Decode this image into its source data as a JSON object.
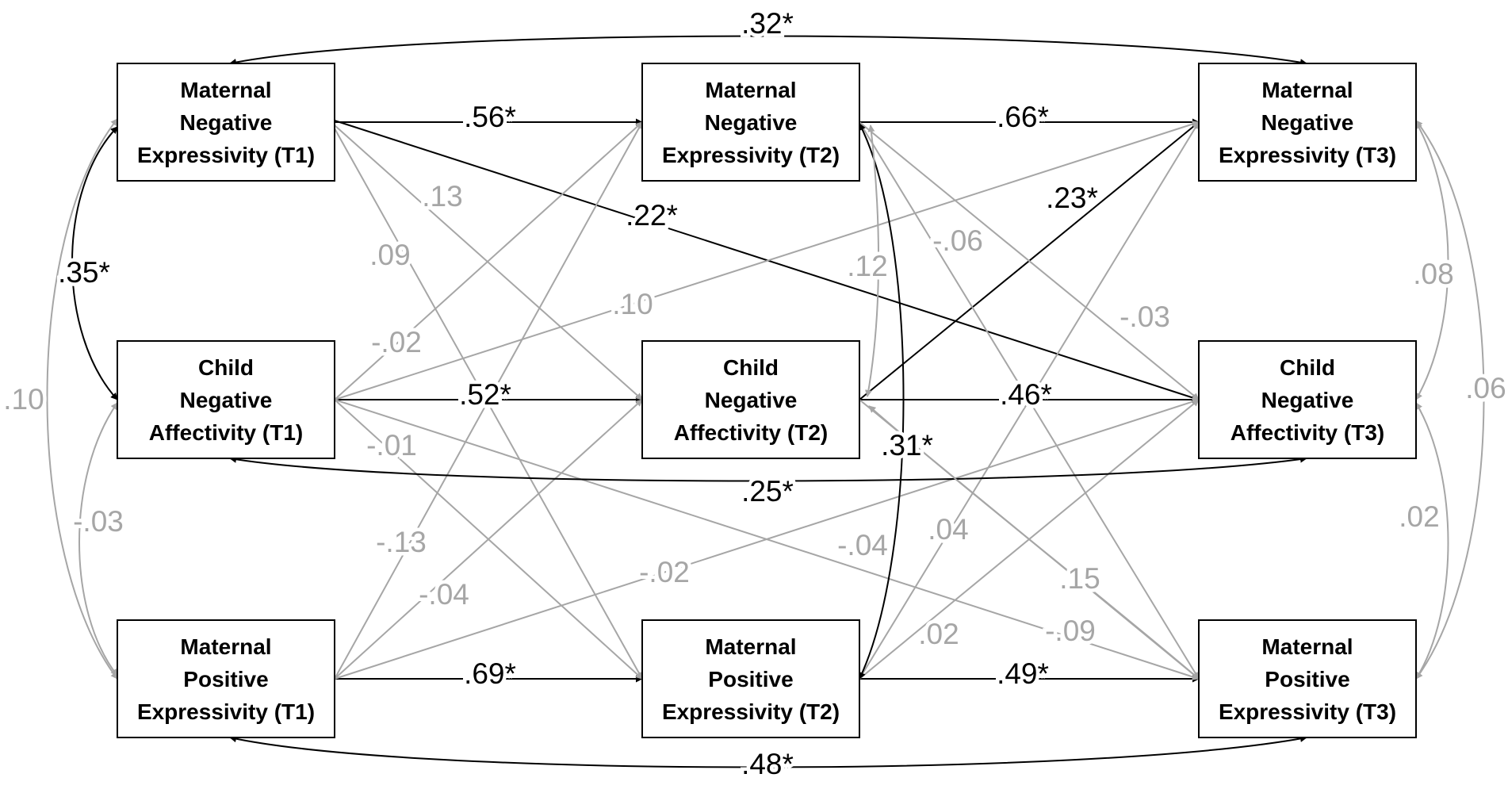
{
  "colors": {
    "sig": "#000000",
    "nonsig": "#a6a6a6",
    "box_border": "#000000",
    "background": "#ffffff"
  },
  "nodes": [
    {
      "id": "mne_t1",
      "lines": [
        "Maternal",
        "Negative",
        "Expressivity (T1)"
      ]
    },
    {
      "id": "mne_t2",
      "lines": [
        "Maternal",
        "Negative",
        "Expressivity (T2)"
      ]
    },
    {
      "id": "mne_t3",
      "lines": [
        "Maternal",
        "Negative",
        "Expressivity (T3)"
      ]
    },
    {
      "id": "cna_t1",
      "lines": [
        "Child",
        "Negative",
        "Affectivity (T1)"
      ]
    },
    {
      "id": "cna_t2",
      "lines": [
        "Child",
        "Negative",
        "Affectivity (T2)"
      ]
    },
    {
      "id": "cna_t3",
      "lines": [
        "Child",
        "Negative",
        "Affectivity (T3)"
      ]
    },
    {
      "id": "mpe_t1",
      "lines": [
        "Maternal",
        "Positive",
        "Expressivity (T1)"
      ]
    },
    {
      "id": "mpe_t2",
      "lines": [
        "Maternal",
        "Positive",
        "Expressivity (T2)"
      ]
    },
    {
      "id": "mpe_t3",
      "lines": [
        "Maternal",
        "Positive",
        "Expressivity (T3)"
      ]
    }
  ],
  "edges": [
    {
      "id": "mne1_mne2",
      "from": "mne_t1",
      "to": "mne_t2",
      "type": "path",
      "label": ".56*",
      "significant": true
    },
    {
      "id": "mne2_mne3",
      "from": "mne_t2",
      "to": "mne_t3",
      "type": "path",
      "label": ".66*",
      "significant": true
    },
    {
      "id": "cna1_cna2",
      "from": "cna_t1",
      "to": "cna_t2",
      "type": "path",
      "label": ".52*",
      "significant": true
    },
    {
      "id": "cna2_cna3",
      "from": "cna_t2",
      "to": "cna_t3",
      "type": "path",
      "label": ".46*",
      "significant": true
    },
    {
      "id": "mpe1_mpe2",
      "from": "mpe_t1",
      "to": "mpe_t2",
      "type": "path",
      "label": ".69*",
      "significant": true
    },
    {
      "id": "mpe2_mpe3",
      "from": "mpe_t2",
      "to": "mpe_t3",
      "type": "path",
      "label": ".49*",
      "significant": true
    },
    {
      "id": "mne1_cna3",
      "from": "mne_t1",
      "to": "cna_t3",
      "type": "path",
      "label": ".22*",
      "significant": true
    },
    {
      "id": "cna2_mne3",
      "from": "cna_t2",
      "to": "mne_t3",
      "type": "path",
      "label": ".23*",
      "significant": true
    },
    {
      "id": "mne1_cna2",
      "from": "mne_t1",
      "to": "cna_t2",
      "type": "path",
      "label": ".13",
      "significant": false
    },
    {
      "id": "mne1_mpe2",
      "from": "mne_t1",
      "to": "mpe_t2",
      "type": "path",
      "label": ".09",
      "significant": false
    },
    {
      "id": "cna1_mne2",
      "from": "cna_t1",
      "to": "mne_t2",
      "type": "path",
      "label": "-.02",
      "significant": false
    },
    {
      "id": "cna1_mne3",
      "from": "cna_t1",
      "to": "mne_t3",
      "type": "path",
      "label": ".10",
      "significant": false
    },
    {
      "id": "cna1_mpe2",
      "from": "cna_t1",
      "to": "mpe_t2",
      "type": "path",
      "label": "-.01",
      "significant": false
    },
    {
      "id": "cna1_mpe3",
      "from": "cna_t1",
      "to": "mpe_t3",
      "type": "path",
      "label": "-.04",
      "significant": false
    },
    {
      "id": "mpe1_mne2",
      "from": "mpe_t1",
      "to": "mne_t2",
      "type": "path",
      "label": "-.13",
      "significant": false
    },
    {
      "id": "mpe1_cna2",
      "from": "mpe_t1",
      "to": "cna_t2",
      "type": "path",
      "label": "-.04",
      "significant": false
    },
    {
      "id": "mpe1_cna3",
      "from": "mpe_t1",
      "to": "cna_t3",
      "type": "path",
      "label": "-.02",
      "significant": false
    },
    {
      "id": "mne2_cna3",
      "from": "mne_t2",
      "to": "cna_t3",
      "type": "path",
      "label": "-.03",
      "significant": false
    },
    {
      "id": "mne2_mpe3",
      "from": "mne_t2",
      "to": "mpe_t3",
      "type": "path",
      "label": "-.06",
      "significant": false
    },
    {
      "id": "cna2_mpe3",
      "from": "cna_t2",
      "to": "mpe_t3",
      "type": "path",
      "label": ".15",
      "significant": false
    },
    {
      "id": "mpe2_mne3",
      "from": "mpe_t2",
      "to": "mne_t3",
      "type": "path",
      "label": ".04",
      "significant": false
    },
    {
      "id": "mpe2_cna3",
      "from": "mpe_t2",
      "to": "cna_t3",
      "type": "path",
      "label": ".02",
      "significant": false
    },
    {
      "id": "cov_mne1_mne3",
      "from": "mne_t1",
      "to": "mne_t3",
      "type": "cov",
      "label": ".32*",
      "significant": true
    },
    {
      "id": "cov_cna1_cna3",
      "from": "cna_t1",
      "to": "cna_t3",
      "type": "cov",
      "label": ".25*",
      "significant": true
    },
    {
      "id": "cov_mpe1_mpe3",
      "from": "mpe_t1",
      "to": "mpe_t3",
      "type": "cov",
      "label": ".48*",
      "significant": true
    },
    {
      "id": "cov_mne1_cna1",
      "from": "mne_t1",
      "to": "cna_t1",
      "type": "cov",
      "label": ".35*",
      "significant": true
    },
    {
      "id": "cov_cna1_mpe1",
      "from": "cna_t1",
      "to": "mpe_t1",
      "type": "cov",
      "label": "-.03",
      "significant": false
    },
    {
      "id": "cov_mne1_mpe1",
      "from": "mne_t1",
      "to": "mpe_t1",
      "type": "cov",
      "label": ".10",
      "significant": false
    },
    {
      "id": "cov_mne2_mpe2",
      "from": "mne_t2",
      "to": "mpe_t2",
      "type": "cov",
      "label": ".31*",
      "significant": true
    },
    {
      "id": "cov_mne2_cna2",
      "from": "mne_t2",
      "to": "cna_t2",
      "type": "cov",
      "label": ".12",
      "significant": false
    },
    {
      "id": "cov_cna2_mpe2",
      "from": "cna_t2",
      "to": "mpe_t2",
      "type": "cov",
      "label": "-.09",
      "significant": false
    },
    {
      "id": "cov_mne3_cna3",
      "from": "mne_t3",
      "to": "cna_t3",
      "type": "cov",
      "label": ".08",
      "significant": false
    },
    {
      "id": "cov_cna3_mpe3",
      "from": "cna_t3",
      "to": "mpe_t3",
      "type": "cov",
      "label": ".02",
      "significant": false
    },
    {
      "id": "cov_mne3_mpe3",
      "from": "mne_t3",
      "to": "mpe_t3",
      "type": "cov",
      "label": ".06",
      "significant": false
    }
  ]
}
